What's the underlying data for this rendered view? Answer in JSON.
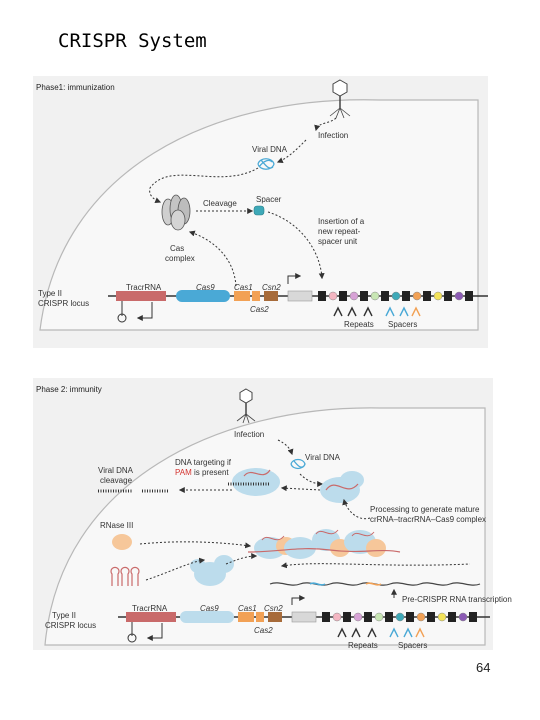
{
  "title": "CRISPR System",
  "page_number": "64",
  "colors": {
    "panel_bg": "#f1f1f1",
    "cell_fill": "#f7f7f7",
    "cell_border": "#b8b8b8",
    "tracr_rna": "#c96a6a",
    "cas9": "#4aa9d6",
    "cas9_light": "#bcdcec",
    "cas1": "#f2a155",
    "csn2": "#a76b3a",
    "cas_complex": "#bdbdbd",
    "arrow": "#333333",
    "pam_red": "#d4322e",
    "rnase": "#f6c79a"
  },
  "phase1": {
    "header": "Phase1: immunization",
    "infection": "Infection",
    "viral_dna": "Viral DNA",
    "cleavage": "Cleavage",
    "spacer": "Spacer",
    "insertion_1": "Insertion of a",
    "insertion_2": "new repeat-",
    "insertion_3": "spacer unit",
    "cas_complex_1": "Cas",
    "cas_complex_2": "complex",
    "locus_1": "Type II",
    "locus_2": "CRISPR locus",
    "tracr": "TracrRNA",
    "cas9": "Cas9",
    "cas1": "Cas1",
    "csn2": "Csn2",
    "cas2": "Cas2",
    "repeats": "Repeats",
    "spacers": "Spacers"
  },
  "phase2": {
    "header": "Phase 2: immunity",
    "infection": "Infection",
    "viral_dna": "Viral DNA",
    "cleavage_1": "Viral DNA",
    "cleavage_2": "cleavage",
    "targeting_1": "DNA targeting if",
    "targeting_pam": "PAM",
    "targeting_2": " is present",
    "processing_1": "Processing to generate mature",
    "processing_2": "crRNA–tracrRNA–Cas9 complex",
    "rnase": "RNase III",
    "pre_crispr": "Pre-CRISPR RNA transcription",
    "locus_1": "Type II",
    "locus_2": "CRISPR locus",
    "tracr": "TracrRNA",
    "cas9": "Cas9",
    "cas1": "Cas1",
    "csn2": "Csn2",
    "cas2": "Cas2",
    "repeats": "Repeats",
    "spacers": "Spacers"
  }
}
